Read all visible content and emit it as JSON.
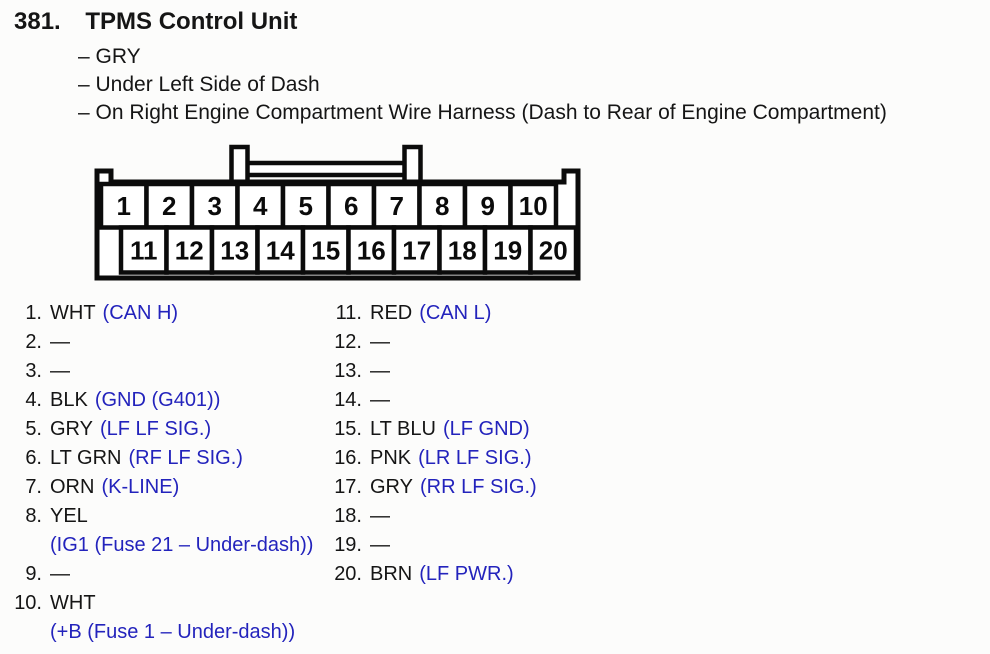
{
  "page": {
    "ink_color": "#151515",
    "accent_blue": "#2323bc",
    "background": "#fcfcfb"
  },
  "header": {
    "number": "381.",
    "title": "TPMS Control Unit",
    "details": [
      "– GRY",
      "– Under Left Side of Dash",
      "– On Right Engine Compartment Wire Harness (Dash to Rear of Engine Compartment)"
    ]
  },
  "connector": {
    "top_row": [
      "1",
      "2",
      "3",
      "4",
      "5",
      "6",
      "7",
      "8",
      "9",
      "10"
    ],
    "bottom_row": [
      "11",
      "12",
      "13",
      "14",
      "15",
      "16",
      "17",
      "18",
      "19",
      "20"
    ]
  },
  "pins": {
    "left": [
      {
        "num": "1.",
        "color": "WHT",
        "signal": "(CAN H)"
      },
      {
        "num": "2.",
        "color": "—",
        "signal": ""
      },
      {
        "num": "3.",
        "color": "—",
        "signal": ""
      },
      {
        "num": "4.",
        "color": "BLK",
        "signal": "(GND (G401))"
      },
      {
        "num": "5.",
        "color": "GRY",
        "signal": "(LF LF SIG.)"
      },
      {
        "num": "6.",
        "color": "LT GRN",
        "signal": "(RF LF SIG.)"
      },
      {
        "num": "7.",
        "color": "ORN",
        "signal": "(K-LINE)"
      },
      {
        "num": "8.",
        "color": "YEL",
        "signal": ""
      },
      {
        "num": "",
        "color": "",
        "signal": "(IG1 (Fuse 21 – Under-dash))"
      },
      {
        "num": "9.",
        "color": "—",
        "signal": ""
      },
      {
        "num": "10.",
        "color": "WHT",
        "signal": ""
      },
      {
        "num": "",
        "color": "",
        "signal": "(+B (Fuse 1 – Under-dash))"
      }
    ],
    "right": [
      {
        "num": "11.",
        "color": "RED",
        "signal": "(CAN L)"
      },
      {
        "num": "12.",
        "color": "—",
        "signal": ""
      },
      {
        "num": "13.",
        "color": "—",
        "signal": ""
      },
      {
        "num": "14.",
        "color": "—",
        "signal": ""
      },
      {
        "num": "15.",
        "color": "LT BLU",
        "signal": "(LF GND)"
      },
      {
        "num": "16.",
        "color": "PNK",
        "signal": "(LR LF SIG.)"
      },
      {
        "num": "17.",
        "color": "GRY",
        "signal": "(RR LF SIG.)"
      },
      {
        "num": "18.",
        "color": "—",
        "signal": ""
      },
      {
        "num": "19.",
        "color": "—",
        "signal": ""
      },
      {
        "num": "20.",
        "color": "BRN",
        "signal": "(LF PWR.)"
      }
    ]
  }
}
